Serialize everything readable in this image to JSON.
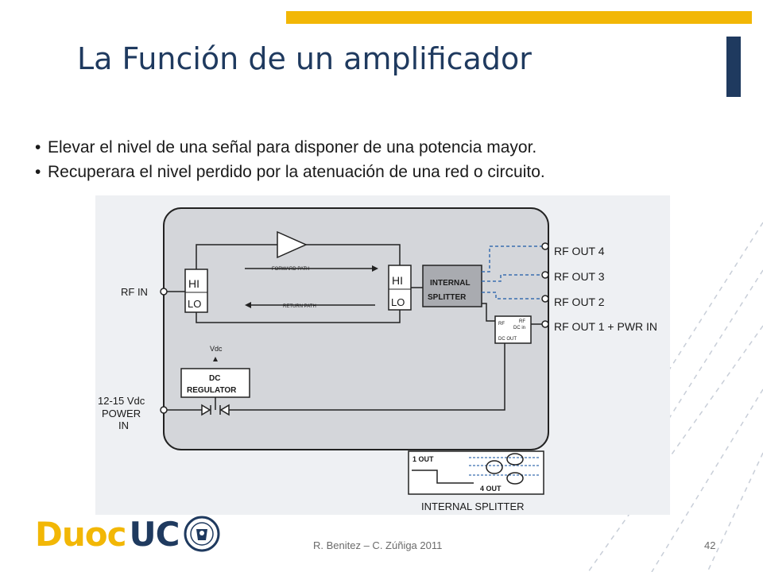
{
  "slide": {
    "title": "La Función de un amplificador",
    "bullets": [
      "Elevar el nivel de una señal para disponer de una potencia mayor.",
      "Recuperara el nivel perdido por la atenuación de una red o circuito."
    ]
  },
  "diagram": {
    "rf_in": "RF IN",
    "hi_left": "HI",
    "lo_left": "LO",
    "hi_right": "HI",
    "lo_right": "LO",
    "forward_path": "FORWARD PATH",
    "return_path": "RETURN PATH",
    "splitter_line1": "INTERNAL",
    "splitter_line2": "SPLITTER",
    "rf_out_4": "RF OUT 4",
    "rf_out_3": "RF OUT 3",
    "rf_out_2": "RF OUT 2",
    "rf_out_1": "RF OUT 1 + PWR IN",
    "vdc": "Vdc",
    "regulator_line1": "DC",
    "regulator_line2": "REGULATOR",
    "power_line1": "12-15 Vdc",
    "power_line2": "POWER",
    "power_line3": "IN",
    "rf_dc_line1": "RF",
    "rf_dc_line2": "RF",
    "rf_dc_line3": "DC in",
    "rf_dc_line4": "DC OUT",
    "inset_1out": "1 OUT",
    "inset_4out": "4 OUT",
    "inset_caption": "INTERNAL SPLITTER"
  },
  "footer": {
    "logo_part1": "Duoc",
    "logo_part2": "UC",
    "credits": "R. Benitez – C. Zúñiga 2011",
    "page": "42"
  },
  "colors": {
    "accent_yellow": "#f2b706",
    "accent_navy": "#1f3a5f"
  }
}
